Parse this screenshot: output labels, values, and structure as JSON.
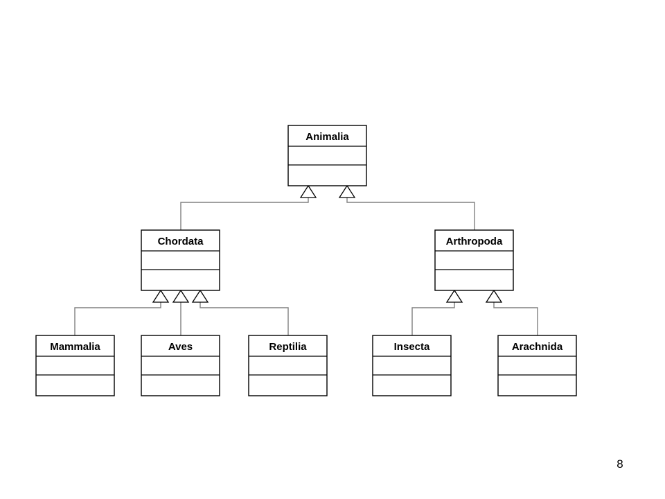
{
  "diagram": {
    "type": "uml-class-hierarchy",
    "relationship": "generalization",
    "classes": [
      {
        "id": "animalia",
        "name": "Animalia",
        "parent": null
      },
      {
        "id": "chordata",
        "name": "Chordata",
        "parent": "animalia"
      },
      {
        "id": "arthropoda",
        "name": "Arthropoda",
        "parent": "animalia"
      },
      {
        "id": "mammalia",
        "name": "Mammalia",
        "parent": "chordata"
      },
      {
        "id": "aves",
        "name": "Aves",
        "parent": "chordata"
      },
      {
        "id": "reptilia",
        "name": "Reptilia",
        "parent": "chordata"
      },
      {
        "id": "insecta",
        "name": "Insecta",
        "parent": "arthropoda"
      },
      {
        "id": "arachnida",
        "name": "Arachnida",
        "parent": "arthropoda"
      }
    ],
    "colors": {
      "stroke": "#000000",
      "fill": "#ffffff",
      "connector": "#808080",
      "text": "#000000"
    }
  },
  "page": {
    "number": "8"
  }
}
